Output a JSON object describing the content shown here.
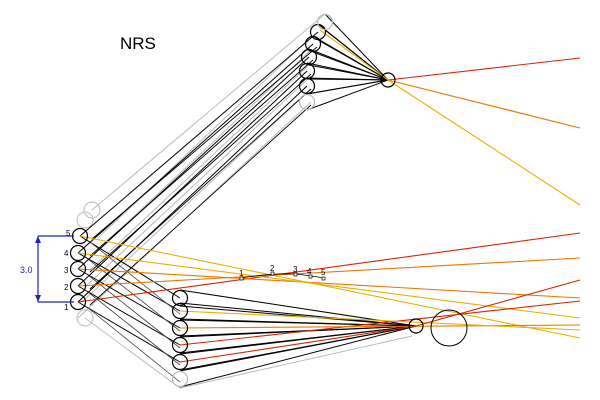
{
  "title": "NRS",
  "dimension_label": "3.0",
  "fiber_numbers": [
    "1",
    "2",
    "3",
    "4",
    "5"
  ],
  "path_numbers": [
    "1",
    "2",
    "3",
    "4",
    "5"
  ],
  "colors": {
    "line": "#000000",
    "ghost": "#bbbbbb",
    "red": "#dd2200",
    "orange": "#ee7700",
    "yellow": "#e8b000",
    "dimension": "#2222bb"
  }
}
